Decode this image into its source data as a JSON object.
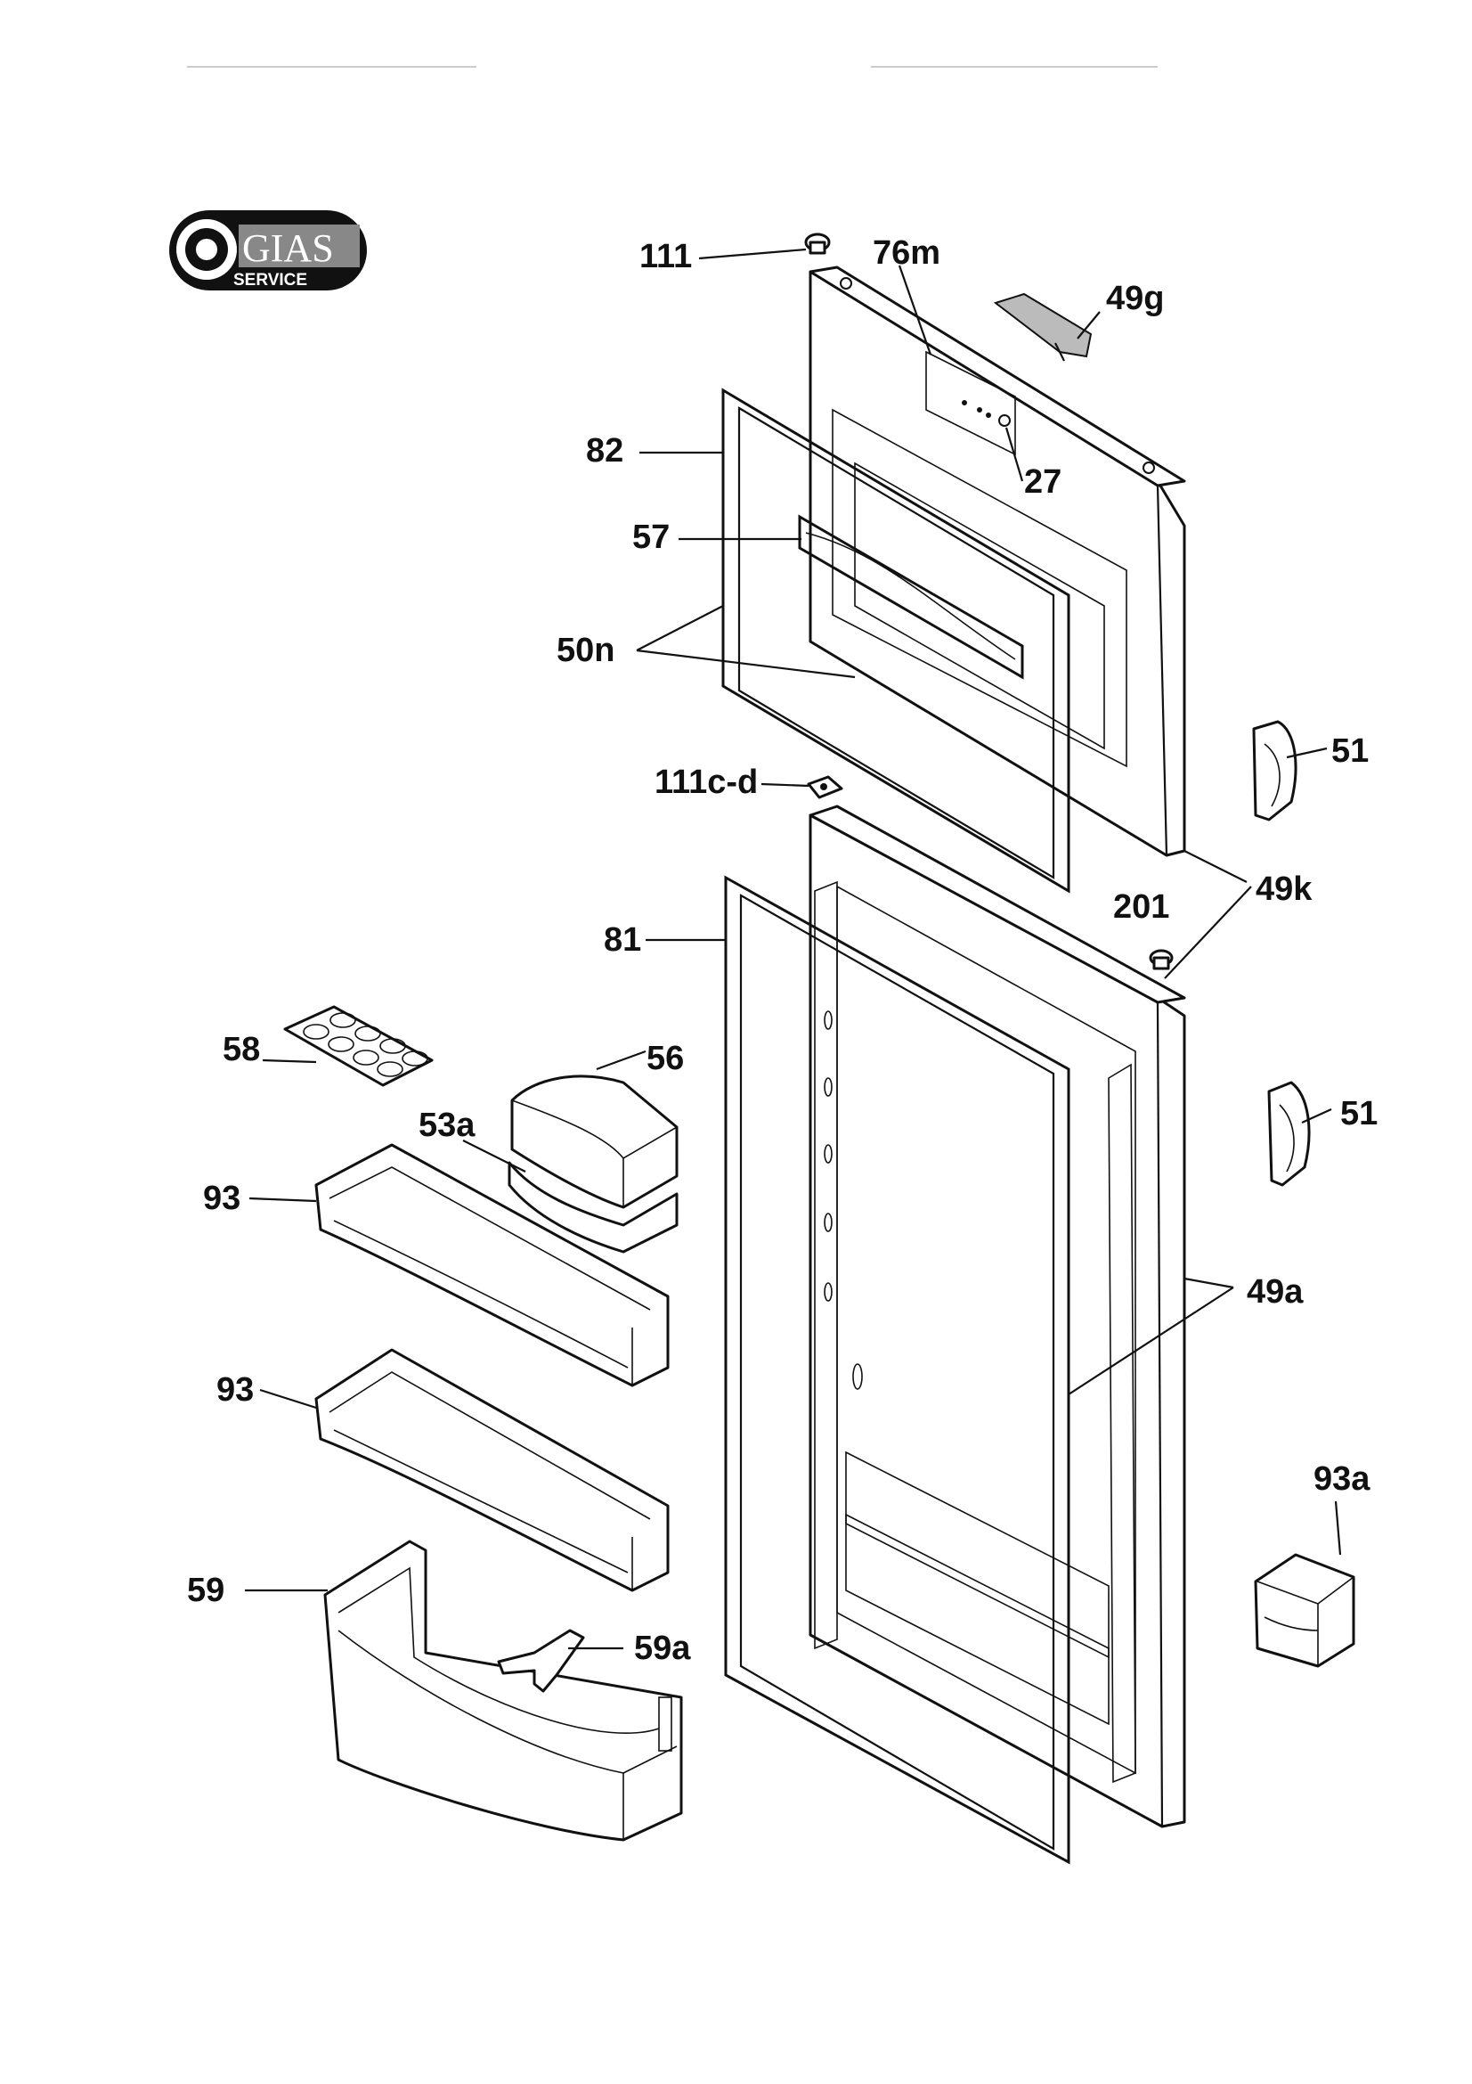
{
  "logo": {
    "brand": "GIAS",
    "subtitle": "SERVICE"
  },
  "callouts": {
    "c111": "111",
    "c76m": "76m",
    "c49g": "49g",
    "c82": "82",
    "c27": "27",
    "c57": "57",
    "c50n": "50n",
    "c51a": "51",
    "c111cd": "111c-d",
    "c49k": "49k",
    "c201": "201",
    "c81": "81",
    "c58": "58",
    "c56": "56",
    "c51b": "51",
    "c53a": "53a",
    "c93a_top": "93",
    "c49a": "49a",
    "c93b": "93",
    "c93a": "93a",
    "c59": "59",
    "c59a": "59a"
  }
}
